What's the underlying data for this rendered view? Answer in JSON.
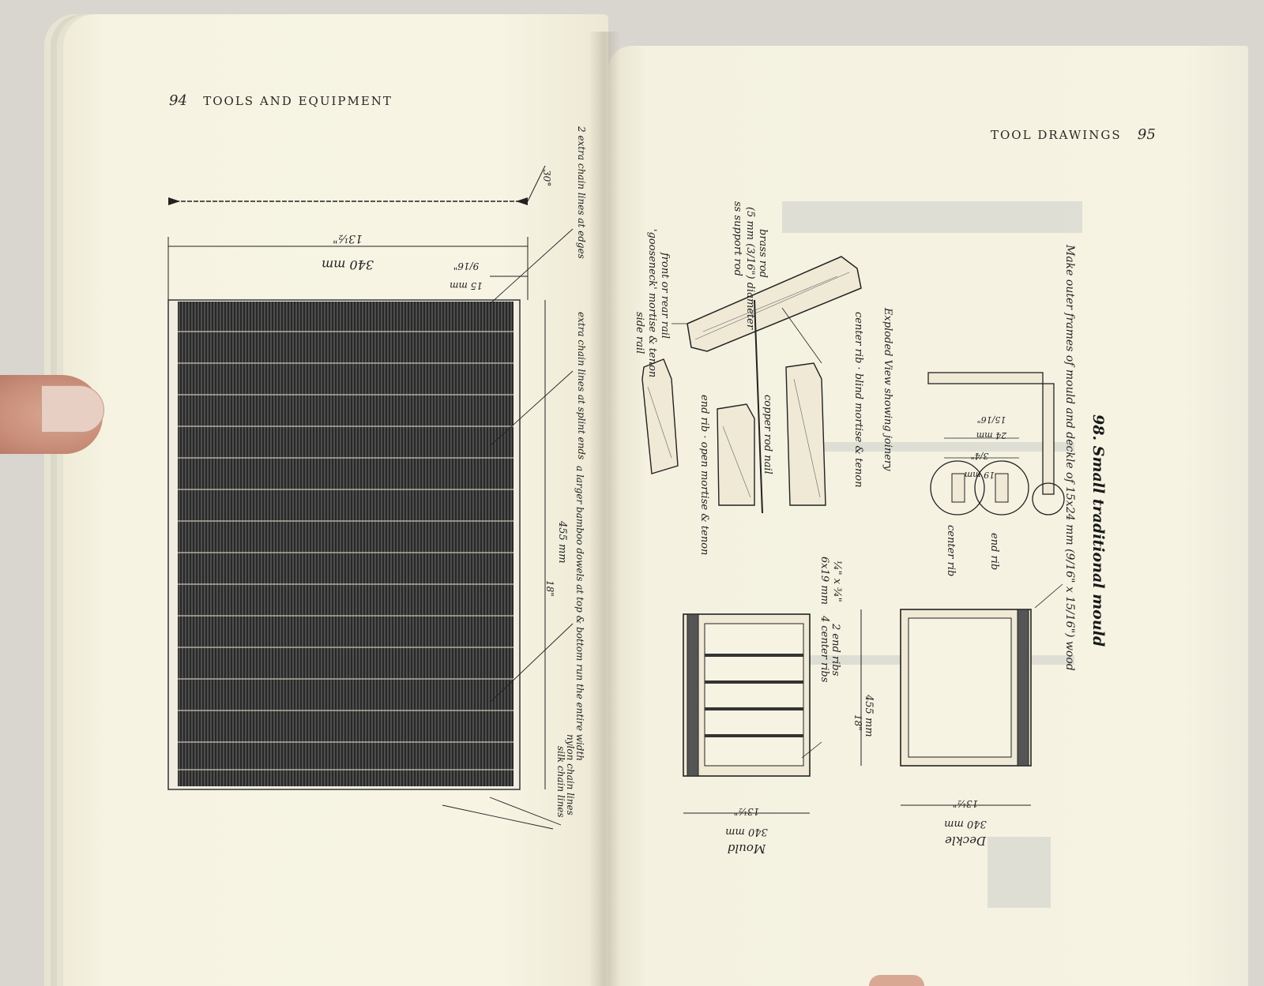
{
  "left_page": {
    "page_number": "94",
    "running_head": "TOOLS AND EQUIPMENT",
    "annotations": {
      "width_mm": "340 mm",
      "width_in": "13½\"",
      "margin_mm": "15 mm",
      "margin_in": "9/16\"",
      "angle": "30°",
      "extra_chain_edges": "2 extra chain lines at edges",
      "extra_chain_splints": "extra chain lines at splint ends",
      "height_mm": "455 mm",
      "height_in": "18\"",
      "bamboo_dowels": "a larger bamboo dowels at top & bottom run the entire width",
      "nylon_chain": "nylon chain lines",
      "silk_chain": "silk chain lines"
    }
  },
  "right_page": {
    "page_number": "95",
    "running_head": "TOOL DRAWINGS",
    "joinery_labels": {
      "side_rail": "side rail",
      "gooseneck": "'gooseneck' mortise & tenon",
      "front_rear": "front or rear rail",
      "support_rod": "ss support rod",
      "rod_diameter": "(5 mm (3/16\") diameter",
      "brass_rod": "brass rod",
      "end_rib": "end rib · open mortise & tenon",
      "copper_rod": "copper rod nail",
      "center_rib": "center rib · blind mortise & tenon",
      "exploded": "Exploded View showing joinery"
    },
    "section_labels": {
      "dim_a_mm": "24 mm",
      "dim_a_in": "15/16\"",
      "dim_b_mm": "19 mm",
      "dim_b_in": "3/4\"",
      "center_rib": "center rib",
      "end_rib": "end rib"
    },
    "mould": {
      "ribs_center": "4 center ribs",
      "ribs_end": "2 end ribs",
      "rib_size_mm": "6x19 mm",
      "rib_size_in": "¼\" x ¾\"",
      "height_mm": "455 mm",
      "height_in": "18\"",
      "width_mm": "340 mm",
      "width_in": "13½\"",
      "name": "Mould"
    },
    "deckle": {
      "width_mm": "340 mm",
      "width_in": "13½\"",
      "name": "Deckle"
    },
    "note": "Make outer frames of mould and deckle of 15x24 mm (9/16\" x 15/16\") wood",
    "caption": "98. Small traditional mould"
  }
}
